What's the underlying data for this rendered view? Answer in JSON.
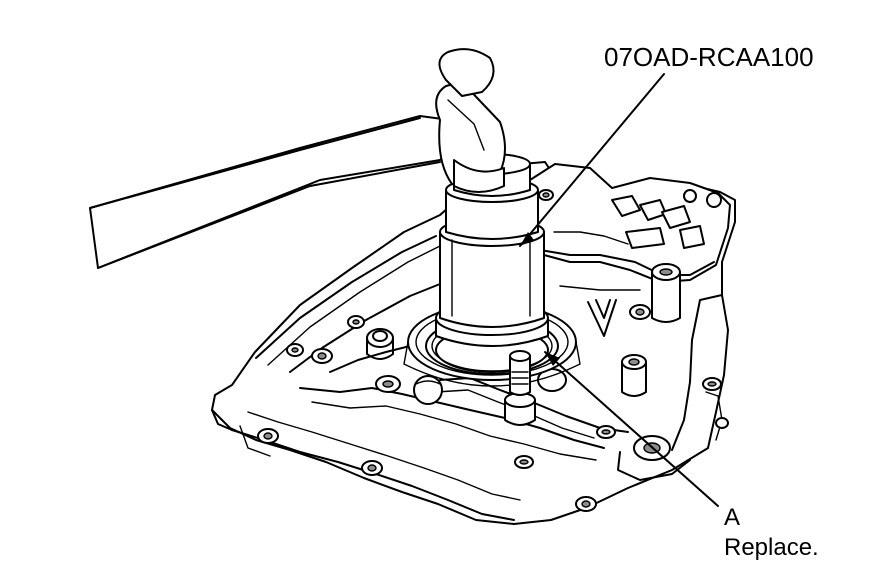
{
  "callouts": {
    "tool_number": "07OAD-RCAA100",
    "part_letter": "A",
    "part_instruction": "Replace."
  },
  "colors": {
    "line": "#000000",
    "background": "#ffffff",
    "shade": "#dcdcdc"
  }
}
